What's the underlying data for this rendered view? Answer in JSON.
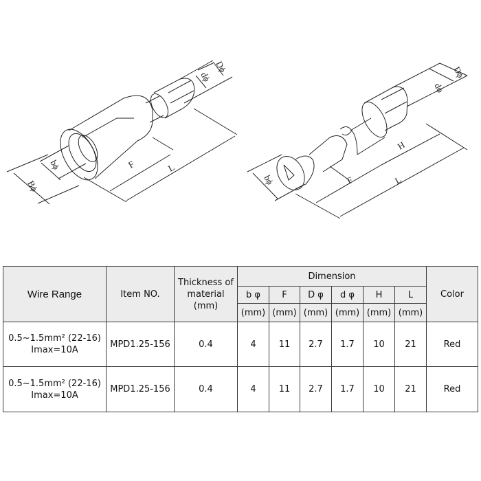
{
  "drawings": [
    {
      "name": "female-bullet-connector",
      "labels": {
        "B": "Bϕ",
        "b": "bϕ",
        "F": "F",
        "L": "L",
        "D": "Dϕ",
        "d": "dϕ"
      }
    },
    {
      "name": "male-bullet-connector",
      "labels": {
        "b": "bϕ",
        "F": "F",
        "H": "H",
        "L": "L",
        "D": "Dϕ",
        "d": "dϕ"
      }
    }
  ],
  "table": {
    "headers": {
      "wire_range": "Wire Range",
      "item_no": "Item NO.",
      "thickness": "Thickness of material (mm)",
      "thickness_l1": "Thickness of",
      "thickness_l2": "material",
      "thickness_l3": "(mm)",
      "dimension": "Dimension",
      "color": "Color",
      "dim_cols": [
        {
          "symbol": "b φ",
          "unit": "(mm)"
        },
        {
          "symbol": "F",
          "unit": "(mm)"
        },
        {
          "symbol": "D φ",
          "unit": "(mm)"
        },
        {
          "symbol": "d φ",
          "unit": "(mm)"
        },
        {
          "symbol": "H",
          "unit": "(mm)"
        },
        {
          "symbol": "L",
          "unit": "(mm)"
        }
      ]
    },
    "rows": [
      {
        "wire_range_l1": "0.5~1.5mm² (22-16)",
        "wire_range_l2": "Imax=10A",
        "item_no": "MPD1.25-156",
        "thickness": "0.4",
        "b": "4",
        "F": "11",
        "D": "2.7",
        "d": "1.7",
        "H": "10",
        "L": "21",
        "color": "Red"
      },
      {
        "wire_range_l1": "0.5~1.5mm² (22-16)",
        "wire_range_l2": "Imax=10A",
        "item_no": "MPD1.25-156",
        "thickness": "0.4",
        "b": "4",
        "F": "11",
        "D": "2.7",
        "d": "1.7",
        "H": "10",
        "L": "21",
        "color": "Red"
      }
    ]
  },
  "colors": {
    "header_bg": "#ececec",
    "border": "#3a3a3a",
    "line": "#222222"
  }
}
